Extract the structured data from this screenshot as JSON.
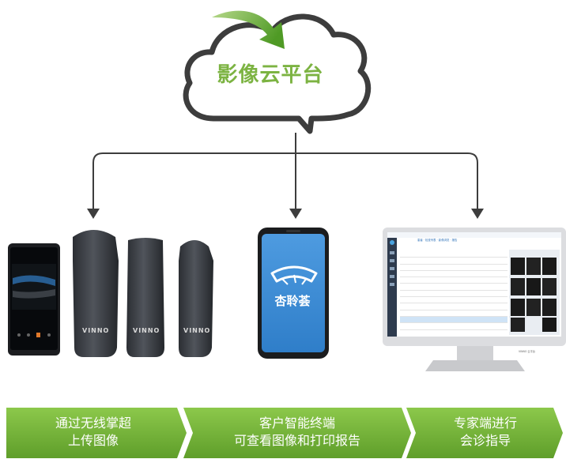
{
  "cloud": {
    "title": "影像云平台"
  },
  "devices": {
    "phone_app_name": "杏聆荟",
    "probe_brand": "VINNO",
    "monitor_header": "患者 · 检查列表 · 影像浏览 · 报告",
    "monitor_footer": "VINNO 云平台"
  },
  "steps": [
    {
      "line1": "通过无线掌超",
      "line2": "上传图像"
    },
    {
      "line1": "客户智能终端",
      "line2": "可查看图像和打印报告"
    },
    {
      "line1": "专家端进行",
      "line2": "会诊指导"
    }
  ],
  "colors": {
    "accent_green": "#7cb342",
    "arrow_green": "#5aa02c",
    "cloud_stroke": "#3d3d3d",
    "phone_blue": "#3f8fd6",
    "banner_green": "#7ab83a"
  }
}
